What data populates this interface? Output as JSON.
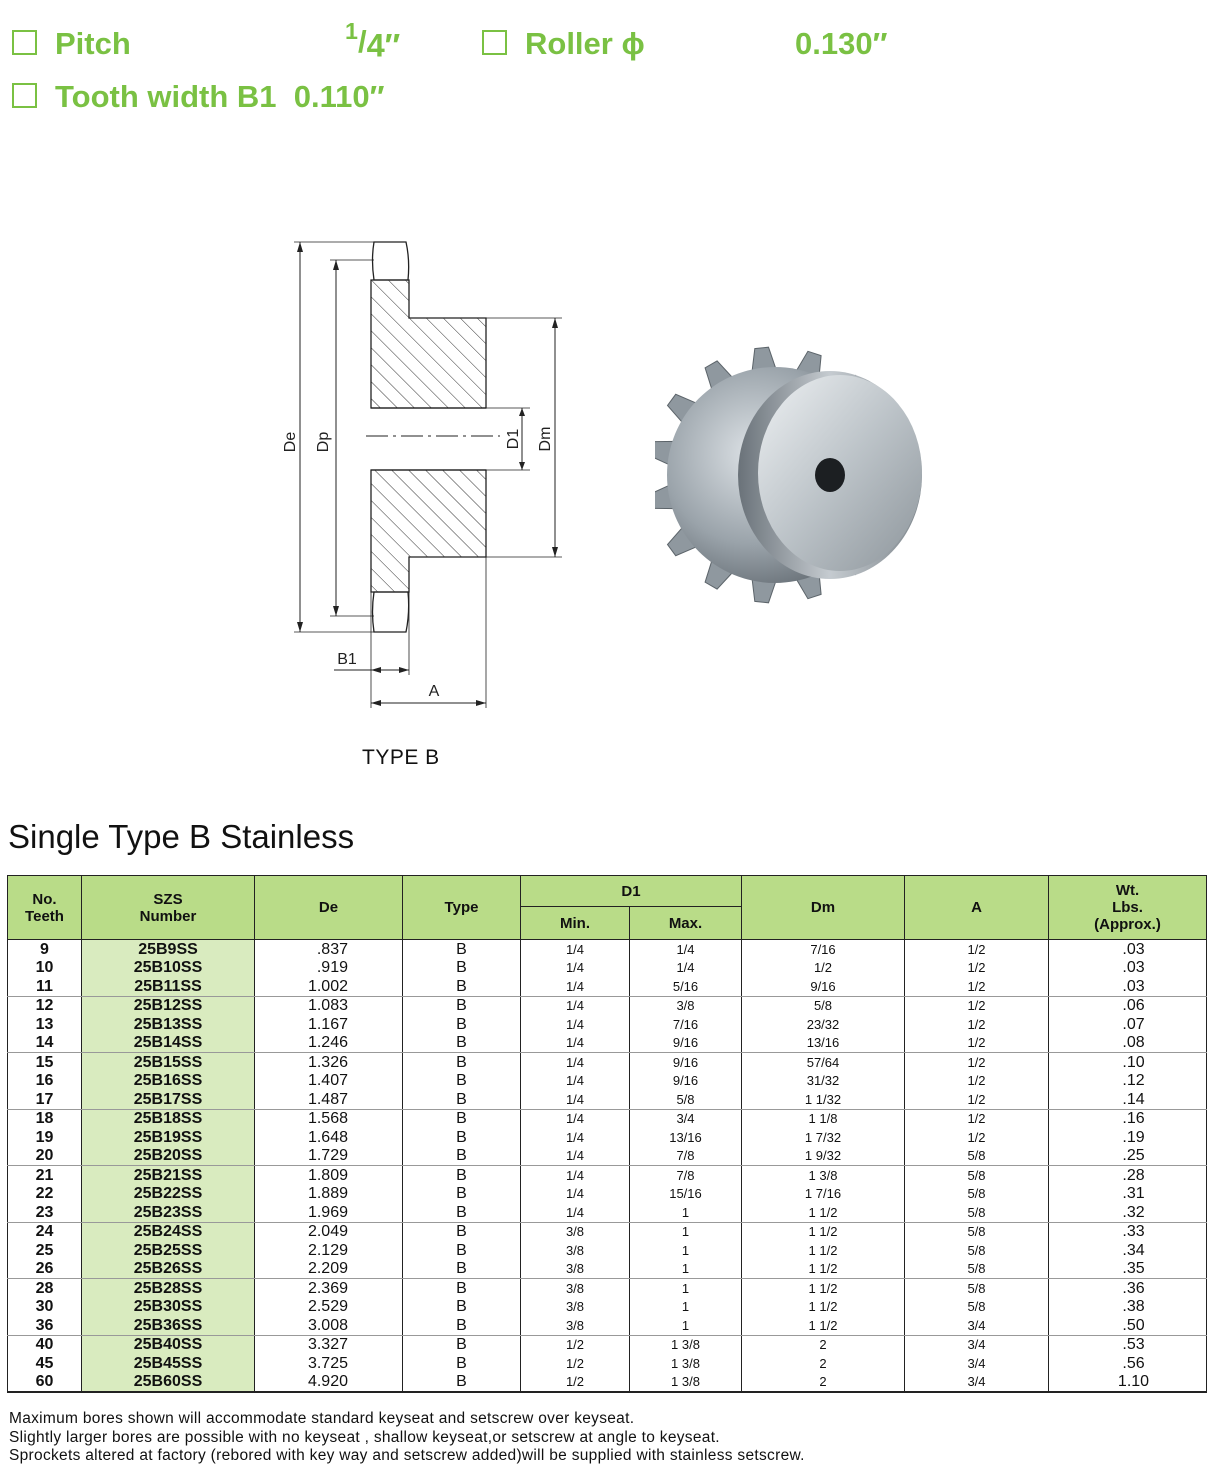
{
  "specs": {
    "pitch_label": "Pitch",
    "pitch_value_num": "1",
    "pitch_value_den": "4″",
    "roller_label": "Roller ϕ",
    "roller_value": "0.130″",
    "tooth_width_label": "Tooth width B1",
    "tooth_width_value": "0.110″"
  },
  "diagram": {
    "caption": "TYPE B",
    "labels": {
      "de": "De",
      "dp": "Dp",
      "d1": "D1",
      "dm": "Dm",
      "b1": "B1",
      "a": "A"
    }
  },
  "section_title": "Single Type  B  Stainless",
  "table": {
    "headers": {
      "teeth": [
        "No.",
        "Teeth"
      ],
      "number": [
        "SZS",
        "Number"
      ],
      "de": "De",
      "type": "Type",
      "d1": "D1",
      "d1_min": "Min.",
      "d1_max": "Max.",
      "dm": "Dm",
      "a": "A",
      "wt": [
        "Wt.",
        "Lbs.",
        "(Approx.)"
      ]
    },
    "rows": [
      {
        "teeth": "9",
        "number": "25B9SS",
        "de": ".837",
        "type": "B",
        "min": "1/4",
        "max": "1/4",
        "dm": "7/16",
        "a": "1/2",
        "wt": ".03"
      },
      {
        "teeth": "10",
        "number": "25B10SS",
        "de": ".919",
        "type": "B",
        "min": "1/4",
        "max": "1/4",
        "dm": "1/2",
        "a": "1/2",
        "wt": ".03"
      },
      {
        "teeth": "11",
        "number": "25B11SS",
        "de": "1.002",
        "type": "B",
        "min": "1/4",
        "max": "5/16",
        "dm": "9/16",
        "a": "1/2",
        "wt": ".03"
      },
      {
        "teeth": "12",
        "number": "25B12SS",
        "de": "1.083",
        "type": "B",
        "min": "1/4",
        "max": "3/8",
        "dm": "5/8",
        "a": "1/2",
        "wt": ".06"
      },
      {
        "teeth": "13",
        "number": "25B13SS",
        "de": "1.167",
        "type": "B",
        "min": "1/4",
        "max": "7/16",
        "dm": "23/32",
        "a": "1/2",
        "wt": ".07"
      },
      {
        "teeth": "14",
        "number": "25B14SS",
        "de": "1.246",
        "type": "B",
        "min": "1/4",
        "max": "9/16",
        "dm": "13/16",
        "a": "1/2",
        "wt": ".08"
      },
      {
        "teeth": "15",
        "number": "25B15SS",
        "de": "1.326",
        "type": "B",
        "min": "1/4",
        "max": "9/16",
        "dm": "57/64",
        "a": "1/2",
        "wt": ".10"
      },
      {
        "teeth": "16",
        "number": "25B16SS",
        "de": "1.407",
        "type": "B",
        "min": "1/4",
        "max": "9/16",
        "dm": "31/32",
        "a": "1/2",
        "wt": ".12"
      },
      {
        "teeth": "17",
        "number": "25B17SS",
        "de": "1.487",
        "type": "B",
        "min": "1/4",
        "max": "5/8",
        "dm": "1 1/32",
        "a": "1/2",
        "wt": ".14"
      },
      {
        "teeth": "18",
        "number": "25B18SS",
        "de": "1.568",
        "type": "B",
        "min": "1/4",
        "max": "3/4",
        "dm": "1 1/8",
        "a": "1/2",
        "wt": ".16"
      },
      {
        "teeth": "19",
        "number": "25B19SS",
        "de": "1.648",
        "type": "B",
        "min": "1/4",
        "max": "13/16",
        "dm": "1 7/32",
        "a": "1/2",
        "wt": ".19"
      },
      {
        "teeth": "20",
        "number": "25B20SS",
        "de": "1.729",
        "type": "B",
        "min": "1/4",
        "max": "7/8",
        "dm": "1 9/32",
        "a": "5/8",
        "wt": ".25"
      },
      {
        "teeth": "21",
        "number": "25B21SS",
        "de": "1.809",
        "type": "B",
        "min": "1/4",
        "max": "7/8",
        "dm": "1 3/8",
        "a": "5/8",
        "wt": ".28"
      },
      {
        "teeth": "22",
        "number": "25B22SS",
        "de": "1.889",
        "type": "B",
        "min": "1/4",
        "max": "15/16",
        "dm": "1 7/16",
        "a": "5/8",
        "wt": ".31"
      },
      {
        "teeth": "23",
        "number": "25B23SS",
        "de": "1.969",
        "type": "B",
        "min": "1/4",
        "max": "1",
        "dm": "1 1/2",
        "a": "5/8",
        "wt": ".32"
      },
      {
        "teeth": "24",
        "number": "25B24SS",
        "de": "2.049",
        "type": "B",
        "min": "3/8",
        "max": "1",
        "dm": "1 1/2",
        "a": "5/8",
        "wt": ".33"
      },
      {
        "teeth": "25",
        "number": "25B25SS",
        "de": "2.129",
        "type": "B",
        "min": "3/8",
        "max": "1",
        "dm": "1 1/2",
        "a": "5/8",
        "wt": ".34"
      },
      {
        "teeth": "26",
        "number": "25B26SS",
        "de": "2.209",
        "type": "B",
        "min": "3/8",
        "max": "1",
        "dm": "1 1/2",
        "a": "5/8",
        "wt": ".35"
      },
      {
        "teeth": "28",
        "number": "25B28SS",
        "de": "2.369",
        "type": "B",
        "min": "3/8",
        "max": "1",
        "dm": "1 1/2",
        "a": "5/8",
        "wt": ".36"
      },
      {
        "teeth": "30",
        "number": "25B30SS",
        "de": "2.529",
        "type": "B",
        "min": "3/8",
        "max": "1",
        "dm": "1 1/2",
        "a": "5/8",
        "wt": ".38"
      },
      {
        "teeth": "36",
        "number": "25B36SS",
        "de": "3.008",
        "type": "B",
        "min": "3/8",
        "max": "1",
        "dm": "1 1/2",
        "a": "3/4",
        "wt": ".50"
      },
      {
        "teeth": "40",
        "number": "25B40SS",
        "de": "3.327",
        "type": "B",
        "min": "1/2",
        "max": "1 3/8",
        "dm": "2",
        "a": "3/4",
        "wt": ".53"
      },
      {
        "teeth": "45",
        "number": "25B45SS",
        "de": "3.725",
        "type": "B",
        "min": "1/2",
        "max": "1 3/8",
        "dm": "2",
        "a": "3/4",
        "wt": ".56"
      },
      {
        "teeth": "60",
        "number": "25B60SS",
        "de": "4.920",
        "type": "B",
        "min": "1/2",
        "max": "1 3/8",
        "dm": "2",
        "a": "3/4",
        "wt": "1.10"
      }
    ]
  },
  "notes": [
    "Maximum bores shown will accommodate standard keyseat and setscrew over keyseat.",
    "Slightly larger bores are possible with no keyseat , shallow keyseat,or setscrew at angle to keyseat.",
    "Sprockets altered at factory (rebored with key way  and setscrew added)will be supplied with stainless setscrew."
  ],
  "colors": {
    "accent": "#7ac143",
    "header_bg": "#b9dc88",
    "number_col_bg": "#d9ebbf"
  }
}
